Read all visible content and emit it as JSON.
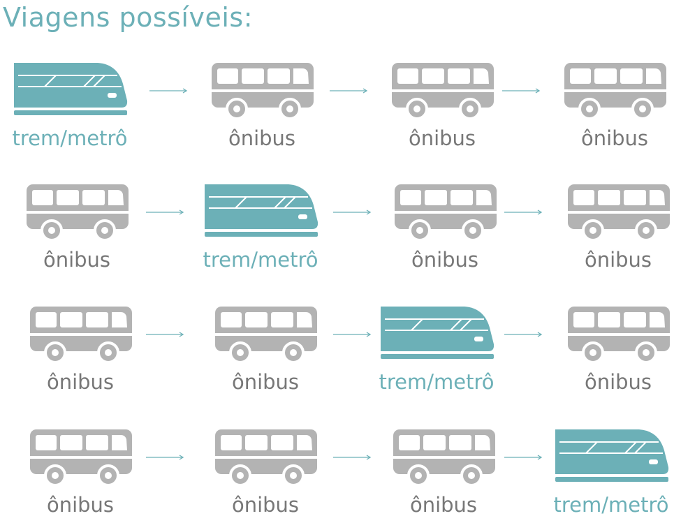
{
  "title": "Viagens possíveis:",
  "colors": {
    "train": "#6cb0b7",
    "bus": "#b3b3b3",
    "bus_label": "#777777",
    "arrow": "#6cb0b7"
  },
  "vehicles": {
    "bus": "ônibus",
    "train": "trem/metrô"
  },
  "trips": [
    {
      "legs": [
        {
          "type": "train",
          "label": "trem/metrô"
        },
        {
          "type": "bus",
          "label": "ônibus"
        },
        {
          "type": "bus",
          "label": "ônibus"
        },
        {
          "type": "bus",
          "label": "ônibus"
        }
      ]
    },
    {
      "legs": [
        {
          "type": "bus",
          "label": "ônibus"
        },
        {
          "type": "train",
          "label": "trem/metrô"
        },
        {
          "type": "bus",
          "label": "ônibus"
        },
        {
          "type": "bus",
          "label": "ônibus"
        }
      ]
    },
    {
      "legs": [
        {
          "type": "bus",
          "label": "ônibus"
        },
        {
          "type": "bus",
          "label": "ônibus"
        },
        {
          "type": "train",
          "label": "trem/metrô"
        },
        {
          "type": "bus",
          "label": "ônibus"
        }
      ]
    },
    {
      "legs": [
        {
          "type": "bus",
          "label": "ônibus"
        },
        {
          "type": "bus",
          "label": "ônibus"
        },
        {
          "type": "bus",
          "label": "ônibus"
        },
        {
          "type": "train",
          "label": "trem/metrô"
        }
      ]
    }
  ]
}
